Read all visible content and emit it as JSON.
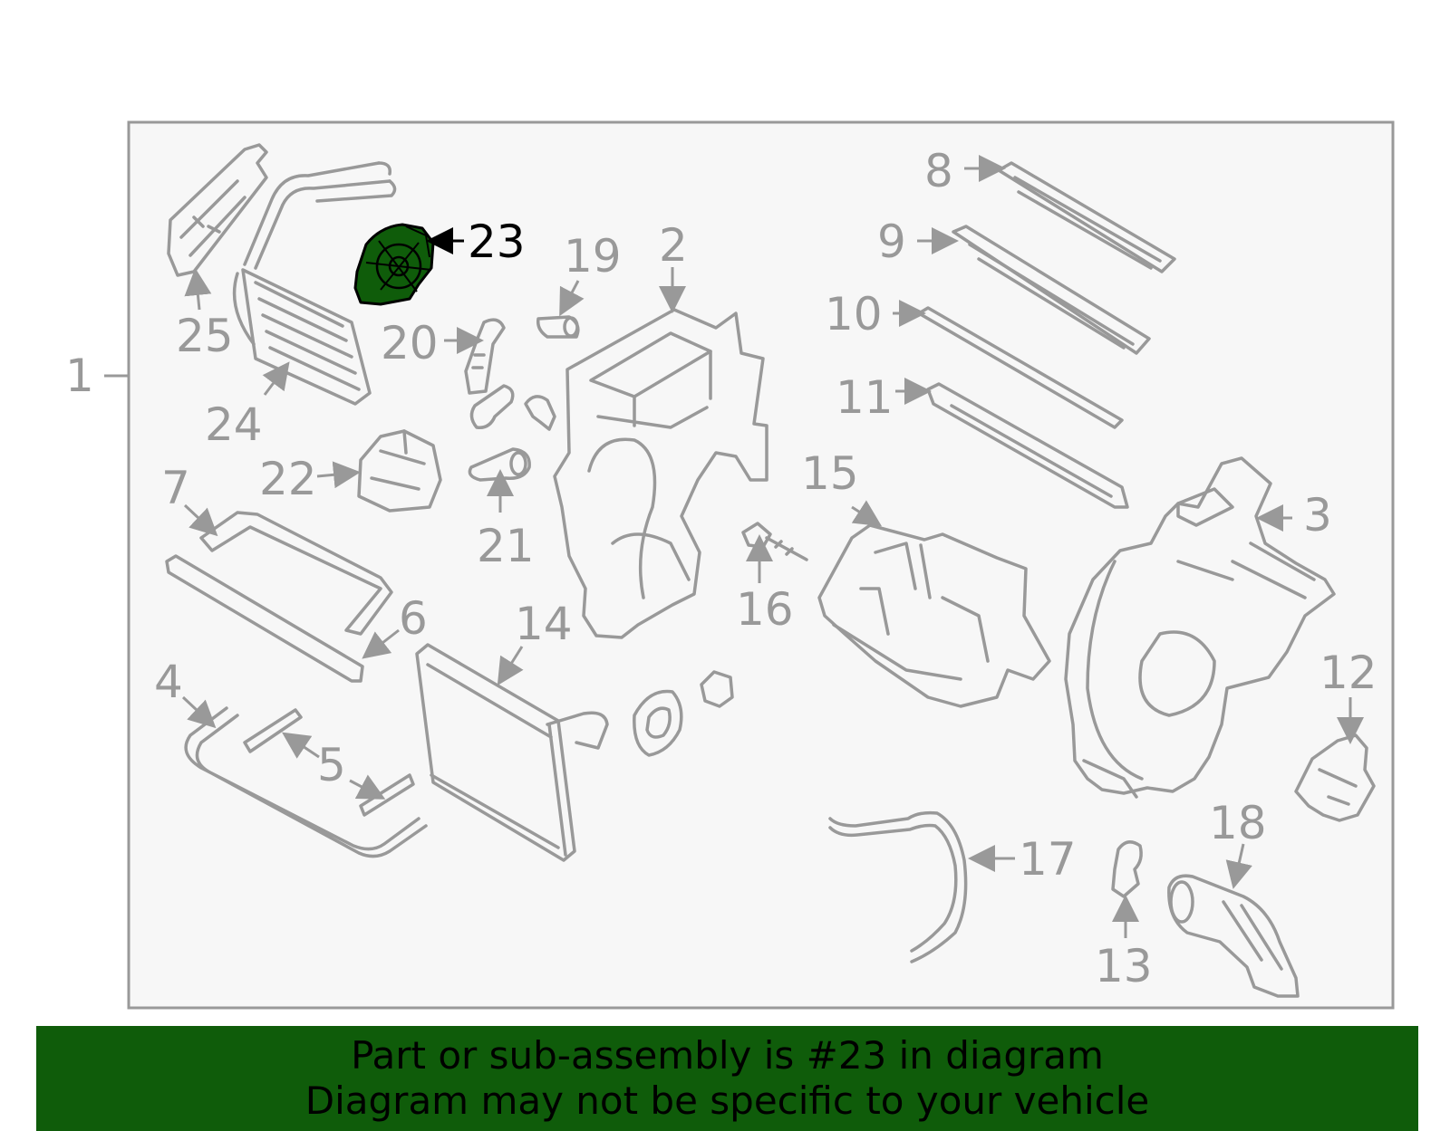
{
  "diagram": {
    "highlighted_part": "23",
    "colors": {
      "frame_border": "#999999",
      "frame_fill": "#f7f7f7",
      "part_lines": "#999999",
      "highlight_fill": "#0f5c0a",
      "banner_background": "#0f5c0a",
      "banner_text": "#000000"
    },
    "callouts": {
      "c1": "1",
      "c2": "2",
      "c3": "3",
      "c4": "4",
      "c5": "5",
      "c6": "6",
      "c7": "7",
      "c8": "8",
      "c9": "9",
      "c10": "10",
      "c11": "11",
      "c12": "12",
      "c13": "13",
      "c14": "14",
      "c15": "15",
      "c16": "16",
      "c17": "17",
      "c18": "18",
      "c19": "19",
      "c20": "20",
      "c21": "21",
      "c22": "22",
      "c23": "23",
      "c24": "24",
      "c25": "25"
    }
  },
  "banner": {
    "line1": "Part or sub-assembly is #23 in diagram",
    "line2": "Diagram may not be specific to your vehicle"
  }
}
